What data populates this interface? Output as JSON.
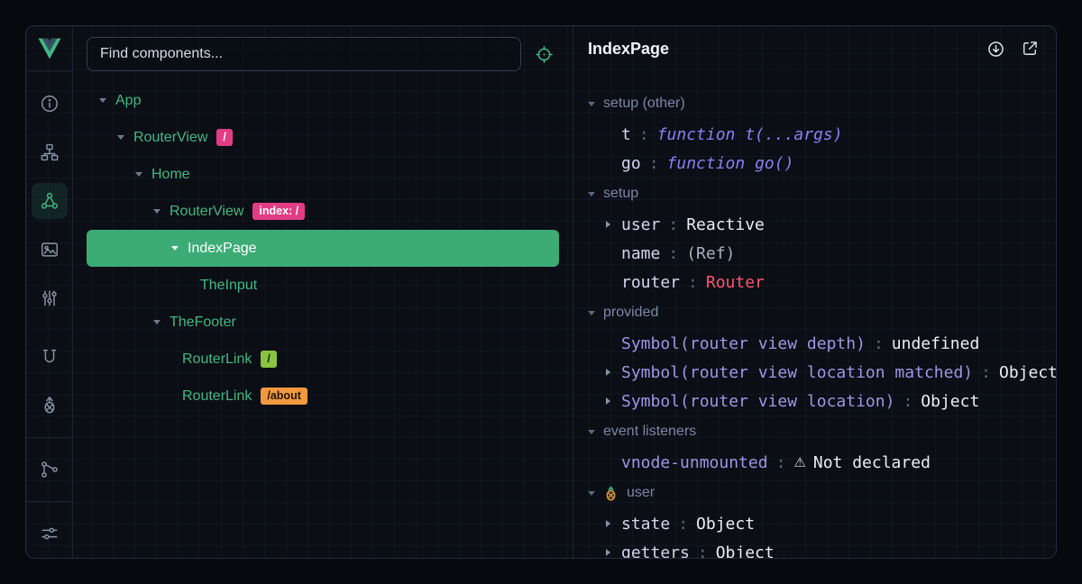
{
  "colors": {
    "accent_green": "#42b883",
    "selected_row_bg": "#3cab76",
    "badge_pink": "#e23d84",
    "badge_green": "#8ac43f",
    "badge_orange": "#f2993f",
    "error_red": "#ff5570",
    "function_purple": "#8b7ff5",
    "symbol_purple": "#a493e6",
    "section_label": "#7d87a6",
    "key_color": "#d8d3ef"
  },
  "sidebar": {
    "logo": "vue-logo",
    "icons": [
      "info",
      "pages",
      "components",
      "assets",
      "timeline",
      "hooks",
      "pinia",
      "graph",
      "settings"
    ],
    "active_icon": "components"
  },
  "tree_panel": {
    "search_placeholder": "Find components...",
    "target_icon": "inspect-target-icon",
    "tree": [
      {
        "label": "App",
        "depth": 0,
        "caret": true
      },
      {
        "label": "RouterView",
        "depth": 1,
        "caret": true,
        "badge": {
          "text": "/",
          "type": "pink"
        }
      },
      {
        "label": "Home",
        "depth": 2,
        "caret": true
      },
      {
        "label": "RouterView",
        "depth": 3,
        "caret": true,
        "badge": {
          "text": "index: /",
          "type": "pink"
        }
      },
      {
        "label": "IndexPage",
        "depth": 4,
        "caret": true,
        "selected": true
      },
      {
        "label": "TheInput",
        "depth": 5,
        "caret": false
      },
      {
        "label": "TheFooter",
        "depth": 3,
        "caret": true
      },
      {
        "label": "RouterLink",
        "depth": 4,
        "caret": false,
        "badge": {
          "text": "/",
          "type": "green"
        }
      },
      {
        "label": "RouterLink",
        "depth": 4,
        "caret": false,
        "badge": {
          "text": "/about",
          "type": "orange"
        }
      }
    ]
  },
  "inspector": {
    "title": "IndexPage",
    "action_icons": [
      "scroll-to-component",
      "open-in-editor"
    ],
    "sections": [
      {
        "label": "setup (other)",
        "rows": [
          {
            "key": "t",
            "value": "function t(...args)",
            "value_type": "function"
          },
          {
            "key": "go",
            "value": "function go()",
            "value_type": "function"
          }
        ]
      },
      {
        "label": "setup",
        "rows": [
          {
            "key": "user",
            "value": "Reactive",
            "value_type": "plain",
            "expandable": true
          },
          {
            "key": "name",
            "value": "(Ref)",
            "value_type": "muted"
          },
          {
            "key": "router",
            "value": "Router",
            "value_type": "error"
          }
        ]
      },
      {
        "label": "provided",
        "rows": [
          {
            "key": "Symbol(router view depth)",
            "key_type": "symbol",
            "value": "undefined",
            "value_type": "plain"
          },
          {
            "key": "Symbol(router view location matched)",
            "key_type": "symbol",
            "value": "Object",
            "value_type": "plain",
            "expandable": true
          },
          {
            "key": "Symbol(router view location)",
            "key_type": "symbol",
            "value": "Object",
            "value_type": "plain",
            "expandable": true
          }
        ]
      },
      {
        "label": "event listeners",
        "rows": [
          {
            "key": "vnode-unmounted",
            "key_type": "symbol",
            "value": "Not declared",
            "value_type": "warning"
          }
        ]
      },
      {
        "label": "user",
        "icon": "pinia",
        "rows": [
          {
            "key": "state",
            "value": "Object",
            "value_type": "plain",
            "expandable": true
          },
          {
            "key": "getters",
            "value": "Object",
            "value_type": "plain",
            "expandable": true
          }
        ]
      }
    ]
  }
}
